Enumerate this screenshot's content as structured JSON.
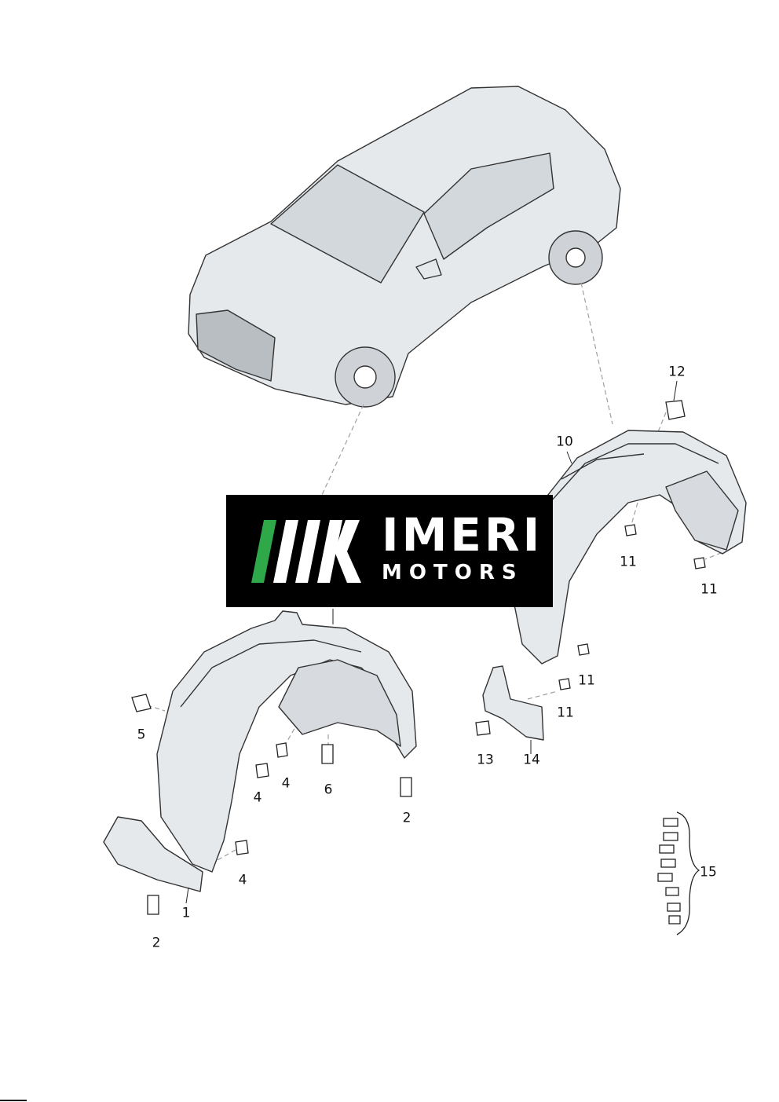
{
  "logo": {
    "brand_line1": "IMERI",
    "brand_line2": "MOTORS",
    "accent_color": "#2fa84a",
    "background_color": "#000000"
  },
  "colors": {
    "part_fill": "#e6e9ec",
    "part_stroke": "#333333",
    "leader_line": "#9aa0a6"
  },
  "callouts": [
    {
      "id": "c12",
      "text": "12"
    },
    {
      "id": "c10",
      "text": "10"
    },
    {
      "id": "c11a",
      "text": "11"
    },
    {
      "id": "c11b",
      "text": "11"
    },
    {
      "id": "c11c",
      "text": "11"
    },
    {
      "id": "c11d",
      "text": "11"
    },
    {
      "id": "c5",
      "text": "5"
    },
    {
      "id": "c4a",
      "text": "4"
    },
    {
      "id": "c4b",
      "text": "4"
    },
    {
      "id": "c6",
      "text": "6"
    },
    {
      "id": "c2a",
      "text": "2"
    },
    {
      "id": "c13",
      "text": "13"
    },
    {
      "id": "c14",
      "text": "14"
    },
    {
      "id": "c15",
      "text": "15"
    },
    {
      "id": "c4c",
      "text": "4"
    },
    {
      "id": "c1",
      "text": "1"
    },
    {
      "id": "c2b",
      "text": "2"
    }
  ]
}
